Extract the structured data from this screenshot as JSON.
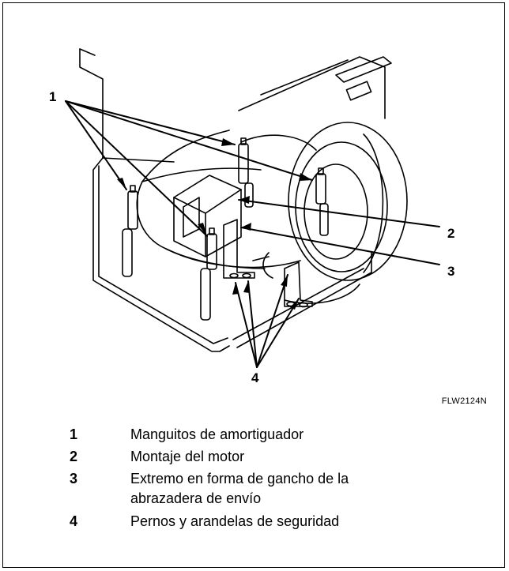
{
  "figure_code": "FLW2124N",
  "callouts": [
    "1",
    "2",
    "3",
    "4"
  ],
  "legend": [
    {
      "num": "1",
      "text": "Manguitos de amortiguador"
    },
    {
      "num": "2",
      "text": "Montaje del motor"
    },
    {
      "num": "3",
      "text": "Extremo en forma de gancho de la abrazadera de envío"
    },
    {
      "num": "4",
      "text": "Pernos y arandelas de seguridad"
    }
  ]
}
